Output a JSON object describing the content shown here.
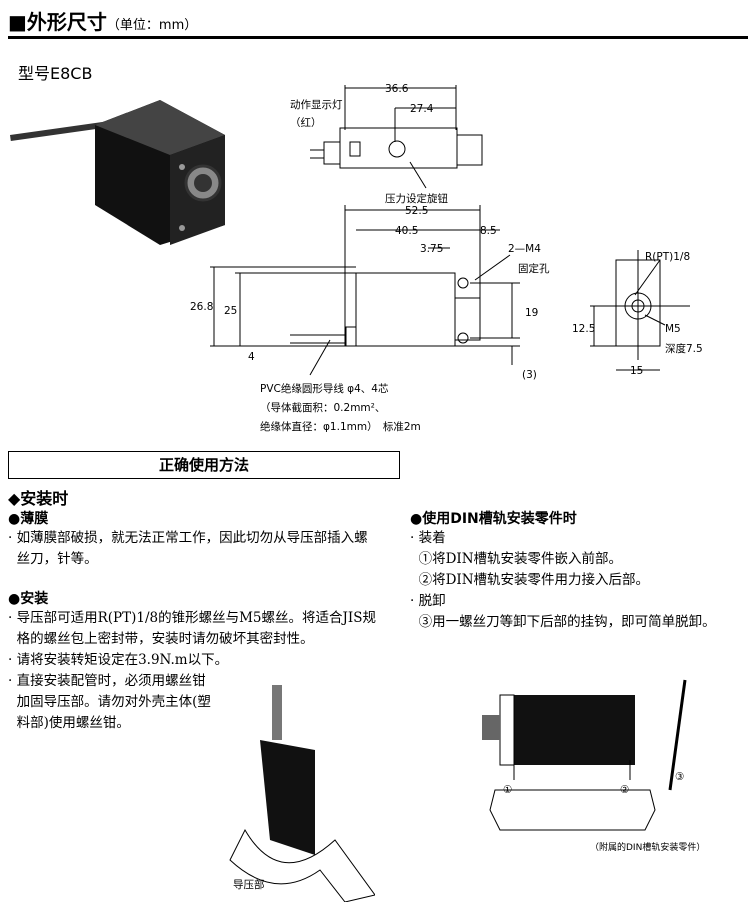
{
  "header": {
    "title": "■外形尺寸",
    "unit": "（单位：mm）"
  },
  "model": "型号E8CB",
  "drawing": {
    "indicator_label": "动作显示灯",
    "indicator_color": "（红）",
    "dim_36_6": "36.6",
    "dim_27_4": "27.4",
    "knob_label": "压力设定旋钮",
    "dim_52_5": "52.5",
    "dim_40_5": "40.5",
    "dim_8_5": "8.5",
    "dim_3_75": "3.75",
    "hole_label": "2—M4",
    "hole_label2": "固定孔",
    "dim_26_8": "26.8",
    "dim_25": "25",
    "dim_19": "19",
    "dim_4": "4",
    "dim_3": "(3)",
    "cable_line1": "PVC绝缘圆形导线 φ4、4芯",
    "cable_line2": "（导体截面积：0.2mm²、",
    "cable_line3": "绝缘体直径：φ1.1mm）　标准2m",
    "port_label": "R(PT)1/8",
    "m5_label": "M5",
    "depth_label": "深度7.5",
    "dim_12_5": "12.5",
    "dim_15": "15"
  },
  "usage_box": "正确使用方法",
  "left": {
    "heading": "◆安装时",
    "sub1": "●薄膜",
    "sub1_lines": [
      "· 如薄膜部破损，就无法正常工作，因此切勿从导压部插入螺",
      "  丝刀，针等。"
    ],
    "sub2": "●安装",
    "sub2_lines": [
      "· 导压部可适用R(PT)1/8的锥形螺丝与M5螺丝。将适合JIS规",
      "  格的螺丝包上密封带，安装时请勿破坏其密封性。",
      "· 请将安装转矩设定在3.9N.m以下。",
      "· 直接安装配管时，必须用螺丝钳",
      "  加固导压部。请勿对外壳主体(塑",
      "  料部)使用螺丝钳。"
    ],
    "figure_label": "导压部"
  },
  "right": {
    "heading": "●使用DIN槽轨安装零件时",
    "lines": [
      "· 装着",
      "  ①将DIN槽轨安装零件嵌入前部。",
      "  ②将DIN槽轨安装零件用力接入后部。",
      "· 脱卸",
      "  ③用一螺丝刀等卸下后部的挂钩，即可简单脱卸。"
    ],
    "step_marks": [
      "①",
      "②",
      "③"
    ],
    "figure_caption": "（附属的DIN槽轨安装零件）"
  }
}
